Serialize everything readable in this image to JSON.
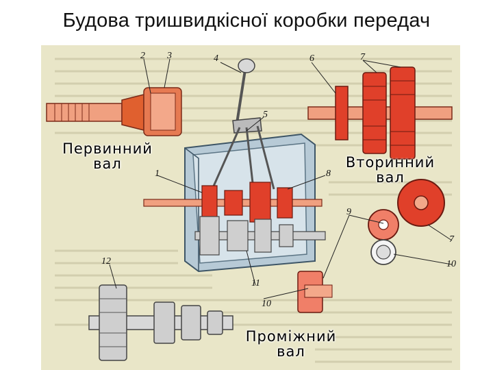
{
  "slide": {
    "title": "Будова тришвидкісної коробки передач"
  },
  "figure": {
    "labels": {
      "input_shaft": [
        "Первинний",
        "вал"
      ],
      "output_shaft": [
        "Вторинний",
        "вал"
      ],
      "countershaft": [
        "Проміжний",
        "вал"
      ]
    },
    "callouts": [
      "2",
      "3",
      "4",
      "6",
      "7",
      "5",
      "8",
      "1",
      "9",
      "7",
      "10",
      "12",
      "11",
      "10"
    ],
    "colors": {
      "paper": "#e9e6c8",
      "gear_red": "#e0402a",
      "gear_salmon": "#f07f68",
      "housing_blue": "#8fb0c4",
      "steel_gray": "#c9c9c9"
    }
  }
}
